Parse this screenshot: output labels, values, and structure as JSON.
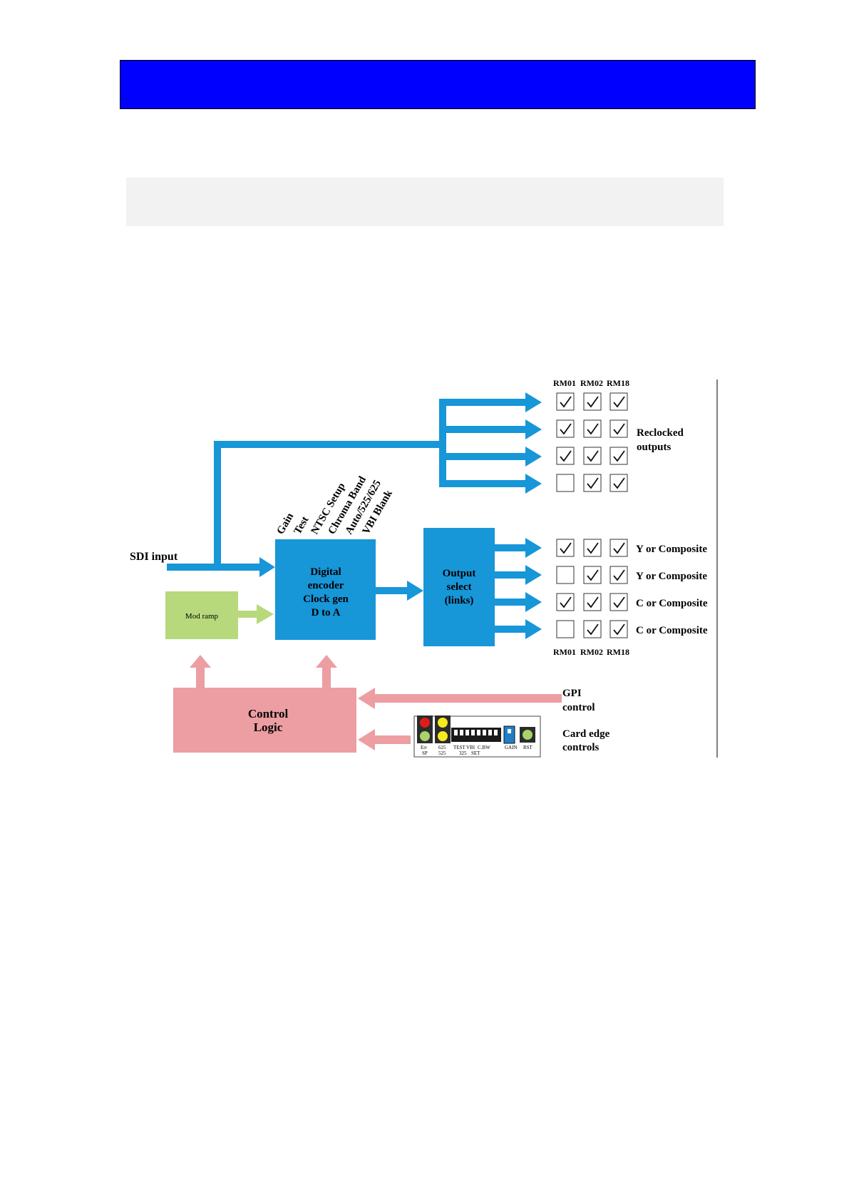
{
  "header": {
    "bar_color": "#0000ff"
  },
  "colors": {
    "signal_blue": "#1796d8",
    "ramp_green": "#b7d97c",
    "logic_pink": "#ec9ea2",
    "led_red": "#e01b1b",
    "led_yellow": "#f5ea1f",
    "led_green": "#a7d36a",
    "switch_blue": "#1f7fc8"
  },
  "diagram": {
    "sdi_input": "SDI input",
    "mod_ramp": "Mod ramp",
    "encoder_lines": [
      "Digital",
      "encoder",
      "Clock gen",
      "D to A"
    ],
    "output_select_lines": [
      "Output",
      "select",
      "(links)"
    ],
    "control_logic_lines": [
      "Control",
      "Logic"
    ],
    "controls": [
      "Gain",
      "Test",
      "NTSC Setup",
      "Chroma Band",
      "Auto/525/625",
      "VBI Blank"
    ],
    "model_headers": [
      "RM01",
      "RM02",
      "RM18"
    ],
    "reclocked_label_lines": [
      "Reclocked",
      "outputs"
    ],
    "reclocked_rows": [
      {
        "checks": [
          true,
          true,
          true
        ]
      },
      {
        "checks": [
          true,
          true,
          true
        ]
      },
      {
        "checks": [
          true,
          true,
          true
        ]
      },
      {
        "checks": [
          false,
          true,
          true
        ]
      }
    ],
    "encoded_rows": [
      {
        "label": "Y or Composite",
        "checks": [
          true,
          true,
          true
        ]
      },
      {
        "label": "Y or Composite",
        "checks": [
          false,
          true,
          true
        ]
      },
      {
        "label": "C or Composite",
        "checks": [
          true,
          true,
          true
        ]
      },
      {
        "label": "C or Composite",
        "checks": [
          false,
          true,
          true
        ]
      }
    ],
    "gpi_lines": [
      "GPI",
      "control"
    ],
    "card_edge_lines": [
      "Card edge",
      "controls"
    ],
    "card_labels": {
      "row1": [
        "Err",
        "625",
        "TEST",
        "VBI",
        "C.BW",
        "GAIN",
        "RST"
      ],
      "row2": [
        "SP",
        "525",
        "325",
        "SET"
      ]
    }
  }
}
